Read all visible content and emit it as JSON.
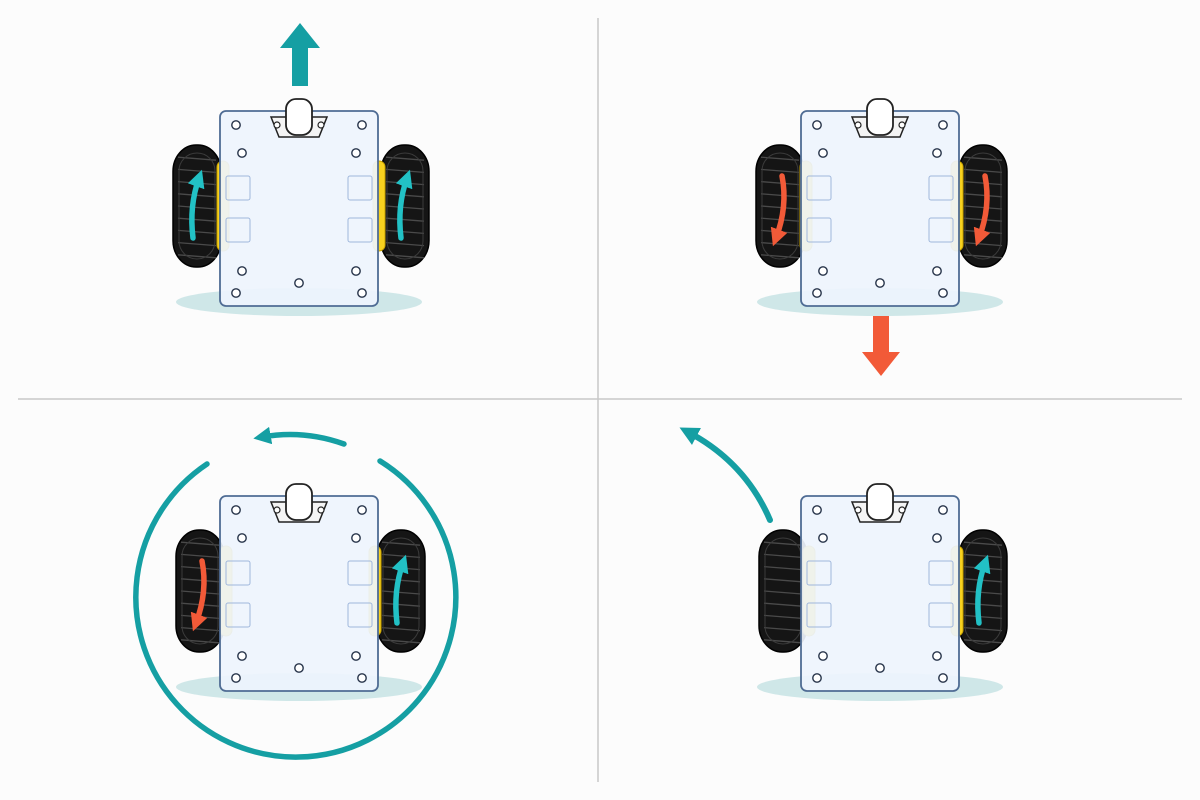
{
  "colors": {
    "background": "#fcfcfc",
    "divider": "#c8c8c8",
    "forward": "#159fa3",
    "forward_light": "#22c1c5",
    "reverse": "#f25a38",
    "chassis_fill": "#eef4fd",
    "chassis_stroke": "#4f6c94",
    "tire": "#151515",
    "hub": "#f7d11f",
    "shadow": "#cfe7e8",
    "caster": "#ffffff"
  },
  "panels": [
    {
      "id": "drive-forward",
      "robot_direction": "forward",
      "left_wheel": "forward",
      "right_wheel": "forward",
      "robot_motion_icon": "straight-up-arrow-icon"
    },
    {
      "id": "drive-backward",
      "robot_direction": "backward",
      "left_wheel": "reverse",
      "right_wheel": "reverse",
      "robot_motion_icon": "straight-down-arrow-icon"
    },
    {
      "id": "spin-in-place",
      "robot_direction": "rotate-counterclockwise",
      "left_wheel": "reverse",
      "right_wheel": "forward",
      "robot_motion_icon": "circular-arrow-icon"
    },
    {
      "id": "pivot-turn-left",
      "robot_direction": "turn-left",
      "left_wheel": "stopped",
      "right_wheel": "forward",
      "robot_motion_icon": "curved-left-arrow-icon"
    }
  ]
}
